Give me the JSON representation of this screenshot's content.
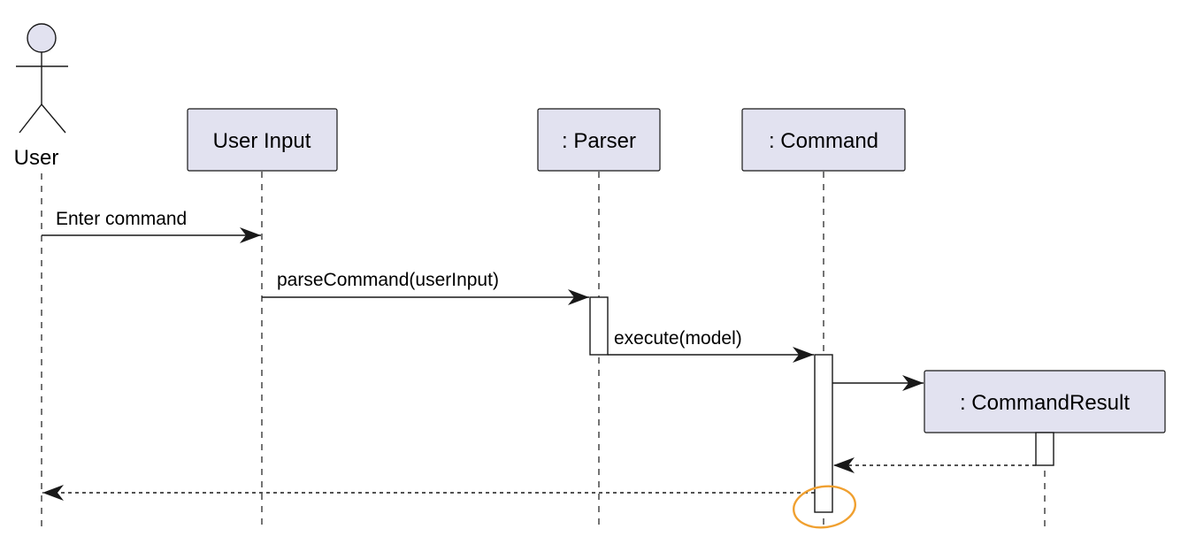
{
  "colors": {
    "participant_fill": "#E2E2F0",
    "participant_stroke": "#181818",
    "line": "#181818",
    "highlight": "#F0A030",
    "background": "#FFFFFF"
  },
  "actor": {
    "label": "User",
    "icon": "stick-figure-icon"
  },
  "participants": [
    {
      "key": "user_input",
      "label": "User Input"
    },
    {
      "key": "parser",
      "label": ": Parser"
    },
    {
      "key": "command",
      "label": ": Command"
    },
    {
      "key": "command_result",
      "label": ": CommandResult"
    }
  ],
  "messages": [
    {
      "from": "User",
      "to": "User Input",
      "label": "Enter command",
      "style": "solid"
    },
    {
      "from": "User Input",
      "to": ": Parser",
      "label": "parseCommand(userInput)",
      "style": "solid"
    },
    {
      "from": ": Parser",
      "to": ": Command",
      "label": "execute(model)",
      "style": "solid"
    },
    {
      "from": ": Command",
      "to": ": CommandResult",
      "label": "",
      "style": "solid",
      "creates": true
    },
    {
      "from": ": CommandResult",
      "to": ": Command",
      "label": "",
      "style": "dashed"
    },
    {
      "from": ": Command",
      "to": "User",
      "label": "",
      "style": "dashed"
    }
  ],
  "annotation": {
    "shape": "ellipse",
    "meaning": "highlighted end of : Command activation"
  }
}
